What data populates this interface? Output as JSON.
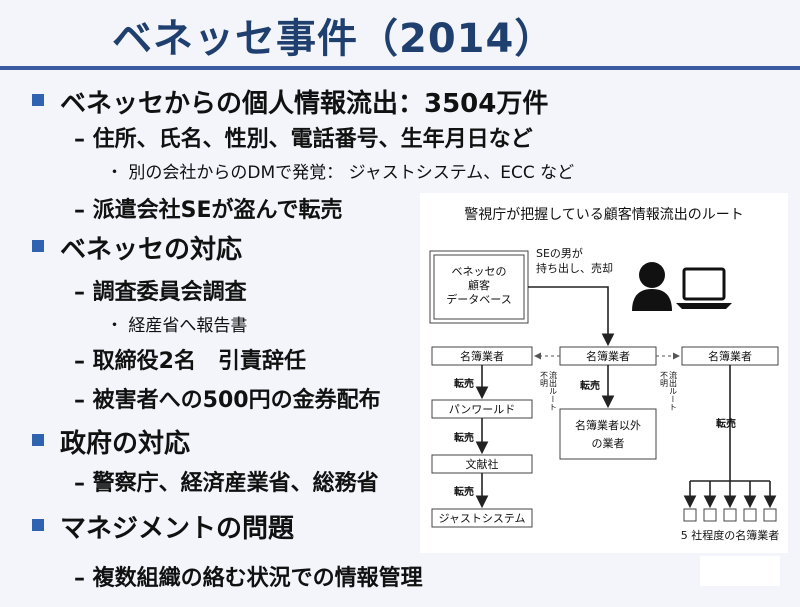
{
  "title": "ベネッセ事件（2014）",
  "bullets": {
    "leak": "ベネッセからの個人情報流出：3504万件",
    "leak_items": "住所、氏名、性別、電話番号、生年月日など",
    "leak_found": "別の会社からのDMで発覚：  ジャストシステム、ECC  など",
    "leak_cause": "派遣会社SEが盗んで転売",
    "response": "ベネッセの対応",
    "investigation": "調査委員会調査",
    "meti_report": "経産省へ報告書",
    "resign": "取締役2名　引責辞任",
    "voucher": "被害者への500円の金券配布",
    "govt": "政府の対応",
    "ministries": "警察庁、経済産業省、総務省",
    "mgmt": "マネジメントの問題",
    "mgmt_item": "複数組織の絡む状況での情報管理"
  },
  "symbols": {
    "dash": "–",
    "dot": "・"
  },
  "diagram": {
    "title": "警視庁が把握している顧客情報流出のルート",
    "db_line1": "ベネッセの",
    "db_line2": "顧客",
    "db_line3": "データベース",
    "se_line1": "SEの男が",
    "se_line2": "持ち出し、売却",
    "list_broker": "名簿業者",
    "resale": "転売",
    "panworld": "パンワールド",
    "bunkensha": "文献社",
    "justsystem": "ジャストシステム",
    "non_broker_1": "名簿業者以外",
    "non_broker_2": "の業者",
    "unknown_route_1": "流出ルート",
    "unknown_route_2": "不明",
    "five_companies": "5 社程度の名簿業者"
  }
}
